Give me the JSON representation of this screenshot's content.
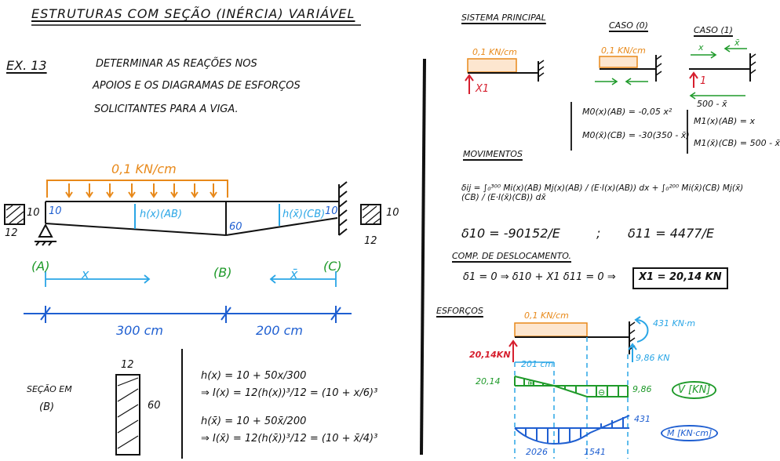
{
  "title": "ESTRUTURAS COM SEÇÃO (INÉRCIA) VARIÁVEL",
  "example": {
    "label": "EX. 13",
    "statement_l1": "DETERMINAR AS REAÇÕES NOS",
    "statement_l2": "APOIOS E OS DIAGRAMAS DE ESFORÇOS",
    "statement_l3": "SOLICITANTES PARA A VIGA."
  },
  "beam": {
    "load": "0,1 KN/cm",
    "h_left": "10",
    "h_mid": "60",
    "h_right": "10",
    "h_ab": "h(x)(AB)",
    "h_cb": "h(x̄)(CB)",
    "sec_left_h": "10",
    "sec_left_b": "12",
    "sec_right_h": "10",
    "sec_right_b": "12",
    "point_a": "(A)",
    "point_b": "(B)",
    "point_c": "(C)",
    "coord_x": "x",
    "coord_xbar": "x̄",
    "span_ab": "300 cm",
    "span_bc": "200 cm"
  },
  "section": {
    "label_l1": "SEÇÃO EM",
    "label_l2": "(B)",
    "width": "12",
    "height": "60"
  },
  "formulas": {
    "h_ab": "h(x) = 10 + 50x/300",
    "i_ab": "⇒ I(x) = 12(h(x))³/12 = (10 + x/6)³",
    "h_cb": "h(x̄) = 10 + 50x̄/200",
    "i_cb": "⇒ I(x̄) = 12(h(x̄))³/12 = (10 + x̄/4)³"
  },
  "right": {
    "sistema": "SISTEMA PRINCIPAL",
    "caso0": "CASO (0)",
    "caso1": "CASO (1)",
    "load_small": "0,1 KN/cm",
    "x1": "X1",
    "one": "1",
    "x": "x",
    "xbar": "x̄",
    "xbar_label": "500 - x̄",
    "m0_ab": "M0(x)(AB) = -0,05 x²",
    "m0_cb": "M0(x̄)(CB) = -30(350 - x̄)",
    "m1_ab": "M1(x)(AB) = x",
    "m1_cb": "M1(x̄)(CB) = 500 - x̄",
    "movimentos": "MOVIMENTOS",
    "delta_ij": "δij = ∫₀³⁰⁰ Mi(x)(AB) Mj(x)(AB) / (E·I(x)(AB)) dx + ∫₀²⁰⁰ Mi(x̄)(CB) Mj(x̄)(CB) / (E·I(x̄)(CB)) dx̄",
    "d10": "δ10 = -90152/E",
    "sep": ";",
    "d11": "δ11 = 4477/E",
    "comp": "COMP. DE DESLOCAMENTO.",
    "compat": "δ1 = 0 ⇒ δ10 + X1 δ11 = 0 ⇒",
    "x1_result": "X1 = 20,14 KN",
    "esforcos": "ESFORÇOS",
    "r_a": "20,14KN",
    "r_c_moment": "431 KN·m",
    "r_c_force": "9,86 KN",
    "zero_shear": "201 cm",
    "v_left": "20,14",
    "v_right": "9,86",
    "v_label": "V [KN]",
    "m_right": "431",
    "m_label": "M [KN·cm]",
    "m_max": "2026",
    "m_zero": "1541",
    "plus": "⊕",
    "minus": "⊖"
  }
}
